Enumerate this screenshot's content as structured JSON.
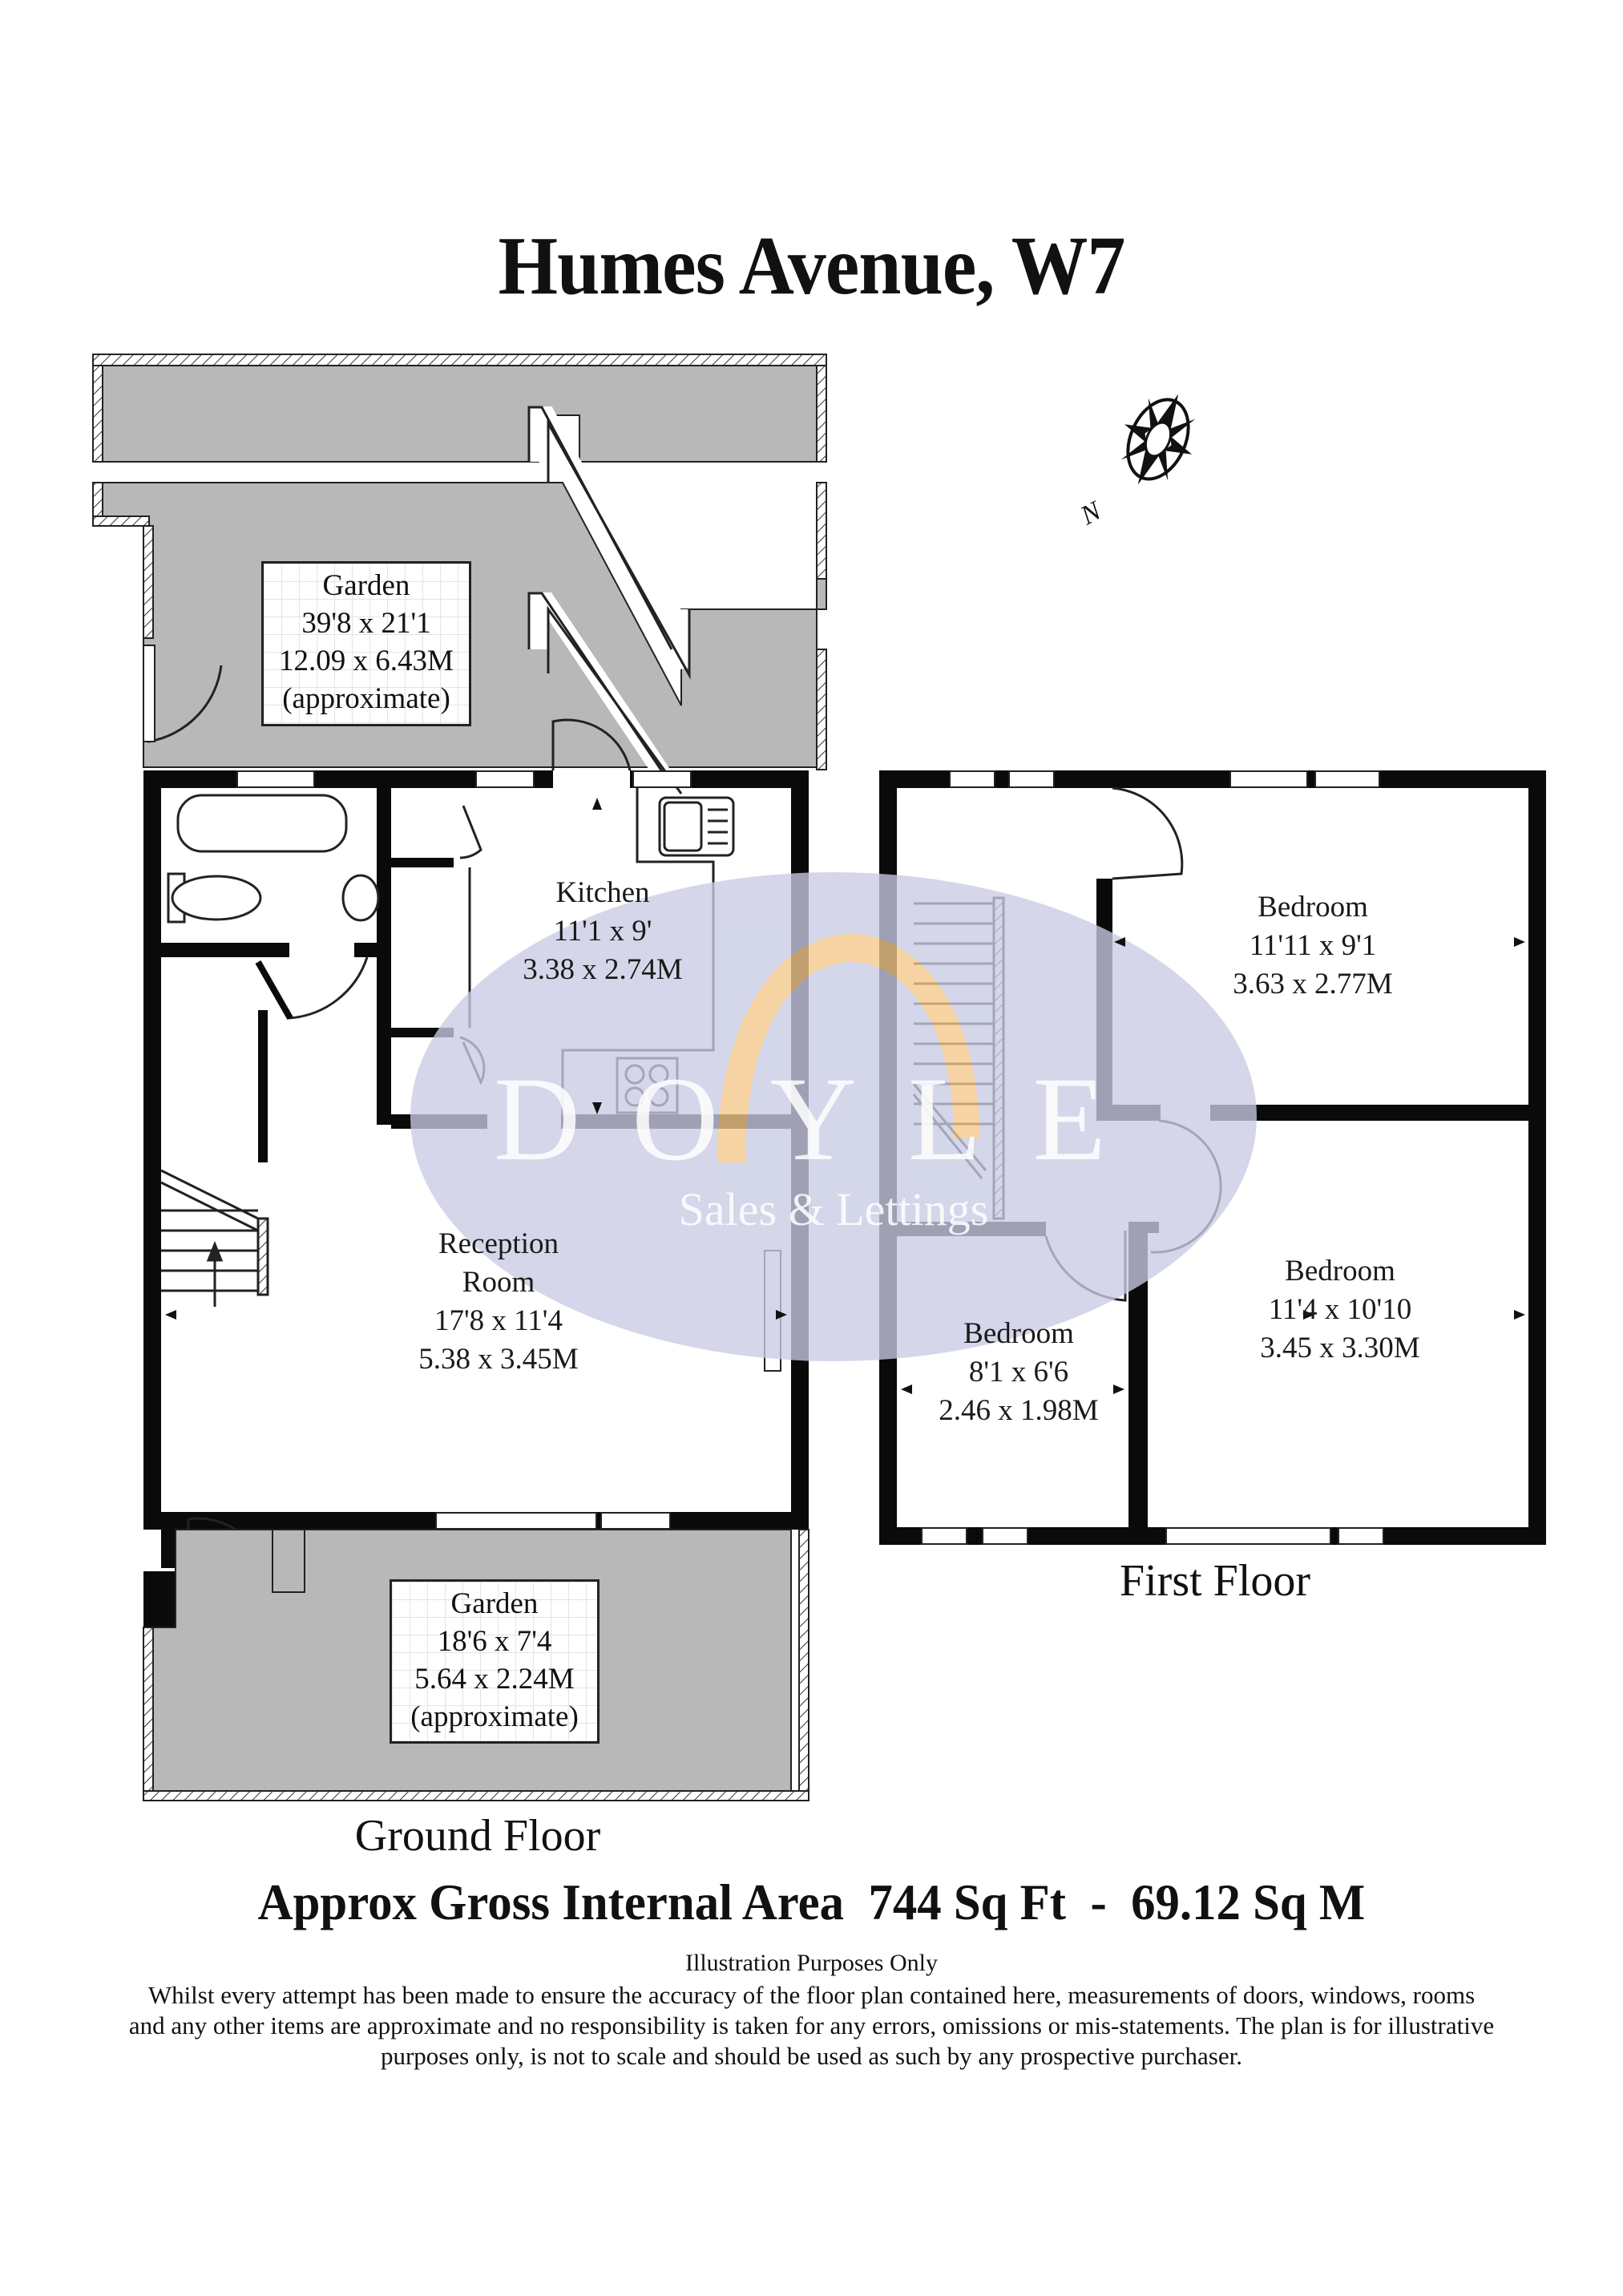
{
  "header": {
    "title": "Humes Avenue, W7"
  },
  "compass": {
    "icon": "compass-rose-icon",
    "north_label": "N"
  },
  "ground_floor": {
    "label": "Ground Floor",
    "rooms": [
      {
        "name": "Kitchen",
        "imperial": "11'1 x 9'",
        "metric": "3.38 x 2.74M"
      },
      {
        "name_line1": "Reception",
        "name_line2": "Room",
        "imperial": "17'8 x 11'4",
        "metric": "5.38 x 3.45M"
      }
    ],
    "gardens": [
      {
        "name": "Garden",
        "imperial": "39'8 x 21'1",
        "metric": "12.09 x 6.43M",
        "note": "(approximate)"
      },
      {
        "name": "Garden",
        "imperial": "18'6 x 7'4",
        "metric": "5.64 x 2.24M",
        "note": "(approximate)"
      }
    ]
  },
  "first_floor": {
    "label": "First Floor",
    "rooms": [
      {
        "name": "Bedroom",
        "imperial": "11'11 x 9'1",
        "metric": "3.63 x 2.77M"
      },
      {
        "name": "Bedroom",
        "imperial": "11'4 x 10'10",
        "metric": "3.45 x 3.30M"
      },
      {
        "name": "Bedroom",
        "imperial": "8'1 x 6'6",
        "metric": "2.46 x 1.98M"
      }
    ]
  },
  "watermark": {
    "brand": "DOYLE",
    "tagline": "Sales & Lettings",
    "ellipse_color": "#c9cbe3",
    "accent_color": "#f6c98a"
  },
  "footer": {
    "area": "Approx Gross Internal Area  744 Sq Ft  -  69.12 Sq M",
    "illustration_note": "Illustration Purposes Only",
    "disclaimer": "Whilst every attempt has been made to ensure the accuracy of the floor plan contained here, measurements of doors, windows, rooms and any other items are approximate and no responsibility is taken for any errors, omissions or mis-statements. The plan is for illustrative purposes only, is not to scale and should be used as such by any prospective purchaser."
  },
  "colors": {
    "wall": "#0a0a0a",
    "garden_fill": "#b8b8b8",
    "background": "#ffffff"
  }
}
